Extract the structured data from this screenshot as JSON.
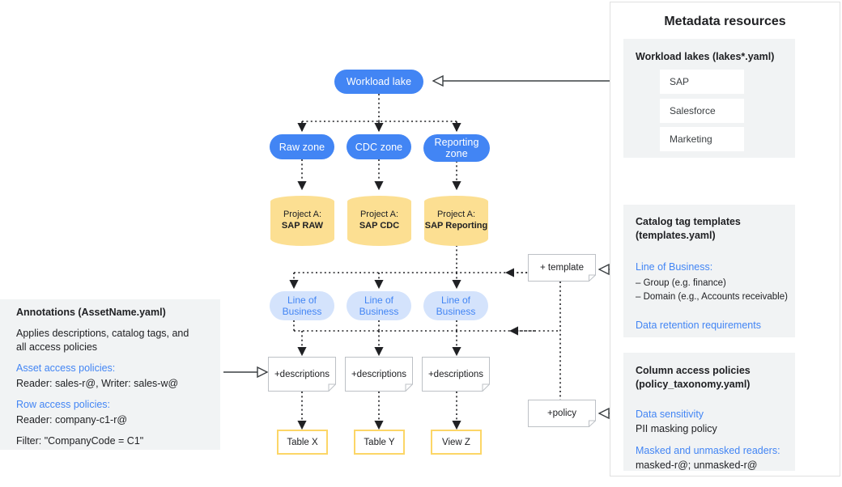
{
  "diagram": {
    "title": "Metadata-driven data lake and catalog annotation architecture",
    "colors": {
      "primary_blue": "#4285F4",
      "light_blue": "#D4E3FC",
      "amber": "#FCDF92",
      "amber_border": "#FCD667",
      "panel_gray": "#F1F3F4",
      "panel_border": "#E0E0E0",
      "text_dark": "#202124"
    }
  },
  "flow": {
    "lake": {
      "label": "Workload lake"
    },
    "zones": [
      {
        "label": "Raw zone"
      },
      {
        "label": "CDC zone"
      },
      {
        "label": "Reporting zone"
      }
    ],
    "projects": [
      {
        "prefix": "Project A:",
        "name": "SAP RAW"
      },
      {
        "prefix": "Project A:",
        "name": "SAP CDC"
      },
      {
        "prefix": "Project A:",
        "name": "SAP Reporting"
      }
    ],
    "lob": [
      {
        "label": "Line of Business"
      },
      {
        "label": "Line of Business"
      },
      {
        "label": "Line of Business"
      }
    ],
    "descriptions": [
      {
        "label": "+descriptions"
      },
      {
        "label": "+descriptions"
      },
      {
        "label": "+descriptions"
      }
    ],
    "outputs": [
      {
        "label": "Table X"
      },
      {
        "label": "Table Y"
      },
      {
        "label": "View Z"
      }
    ],
    "template_note": {
      "label": "+ template"
    },
    "policy_note": {
      "label": "+policy"
    }
  },
  "left_panel": {
    "title": "Annotations (AssetName.yaml)",
    "body_line_1": "Applies descriptions, catalog tags, and",
    "body_line_2": "all access policies",
    "asset_heading": "Asset access policies:",
    "asset_value": "Reader: sales-r@, Writer: sales-w@",
    "row_heading": "Row access policies:",
    "row_value": "Reader: company-c1-r@",
    "filter_value": "Filter: \"CompanyCode = C1\""
  },
  "right_panel": {
    "header": "Metadata resources",
    "lakes": {
      "title": "Workload lakes (lakes*.yaml)",
      "items": [
        {
          "label": "SAP"
        },
        {
          "label": "Salesforce"
        },
        {
          "label": "Marketing"
        }
      ]
    },
    "templates": {
      "title_line_1": "Catalog tag templates",
      "title_line_2": "(templates.yaml)",
      "lob_heading": "Line of Business:",
      "bullet_1": "– Group (e.g. finance)",
      "bullet_2": "– Domain (e.g., Accounts receivable)",
      "retention_heading": "Data retention requirements"
    },
    "policies": {
      "title_line_1": "Column access policies",
      "title_line_2": "(policy_taxonomy.yaml)",
      "sensitivity_heading": "Data sensitivity",
      "sensitivity_value": "PII masking policy",
      "readers_heading": "Masked and unmasked readers:",
      "readers_value": "masked-r@; unmasked-r@"
    }
  }
}
